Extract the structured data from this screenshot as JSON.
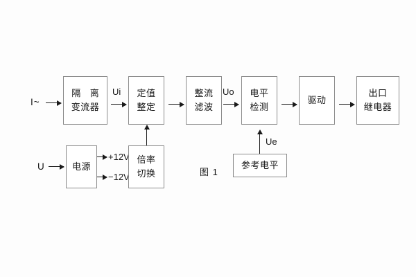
{
  "figure": {
    "caption": "图 1",
    "inputs": {
      "current": "I~",
      "voltage": "U"
    },
    "signals": {
      "ui": "Ui",
      "uo": "Uo",
      "ue": "Ue"
    },
    "rails": {
      "positive": "+12V",
      "negative": "−12V"
    },
    "blocks": [
      {
        "id": "isolation-transformer",
        "line1": "隔 离",
        "line2": "变流器"
      },
      {
        "id": "setpoint-adjust",
        "line1": "定值",
        "line2": "整定"
      },
      {
        "id": "rectifier-filter",
        "line1": "整流",
        "line2": "滤波"
      },
      {
        "id": "level-detect",
        "line1": "电平",
        "line2": "检测"
      },
      {
        "id": "drive",
        "line1": "驱动",
        "line2": ""
      },
      {
        "id": "output-relay",
        "line1": "出口",
        "line2": "继电器"
      },
      {
        "id": "power-supply",
        "line1": "电源",
        "line2": ""
      },
      {
        "id": "multiplier-switch",
        "line1": "倍率",
        "line2": "切换"
      },
      {
        "id": "reference-level",
        "line1": "参考电平",
        "line2": ""
      }
    ],
    "colors": {
      "border": "#8a8a8a",
      "line": "#1a1a1a",
      "text": "#161616",
      "background": "#fdfdfd"
    }
  }
}
